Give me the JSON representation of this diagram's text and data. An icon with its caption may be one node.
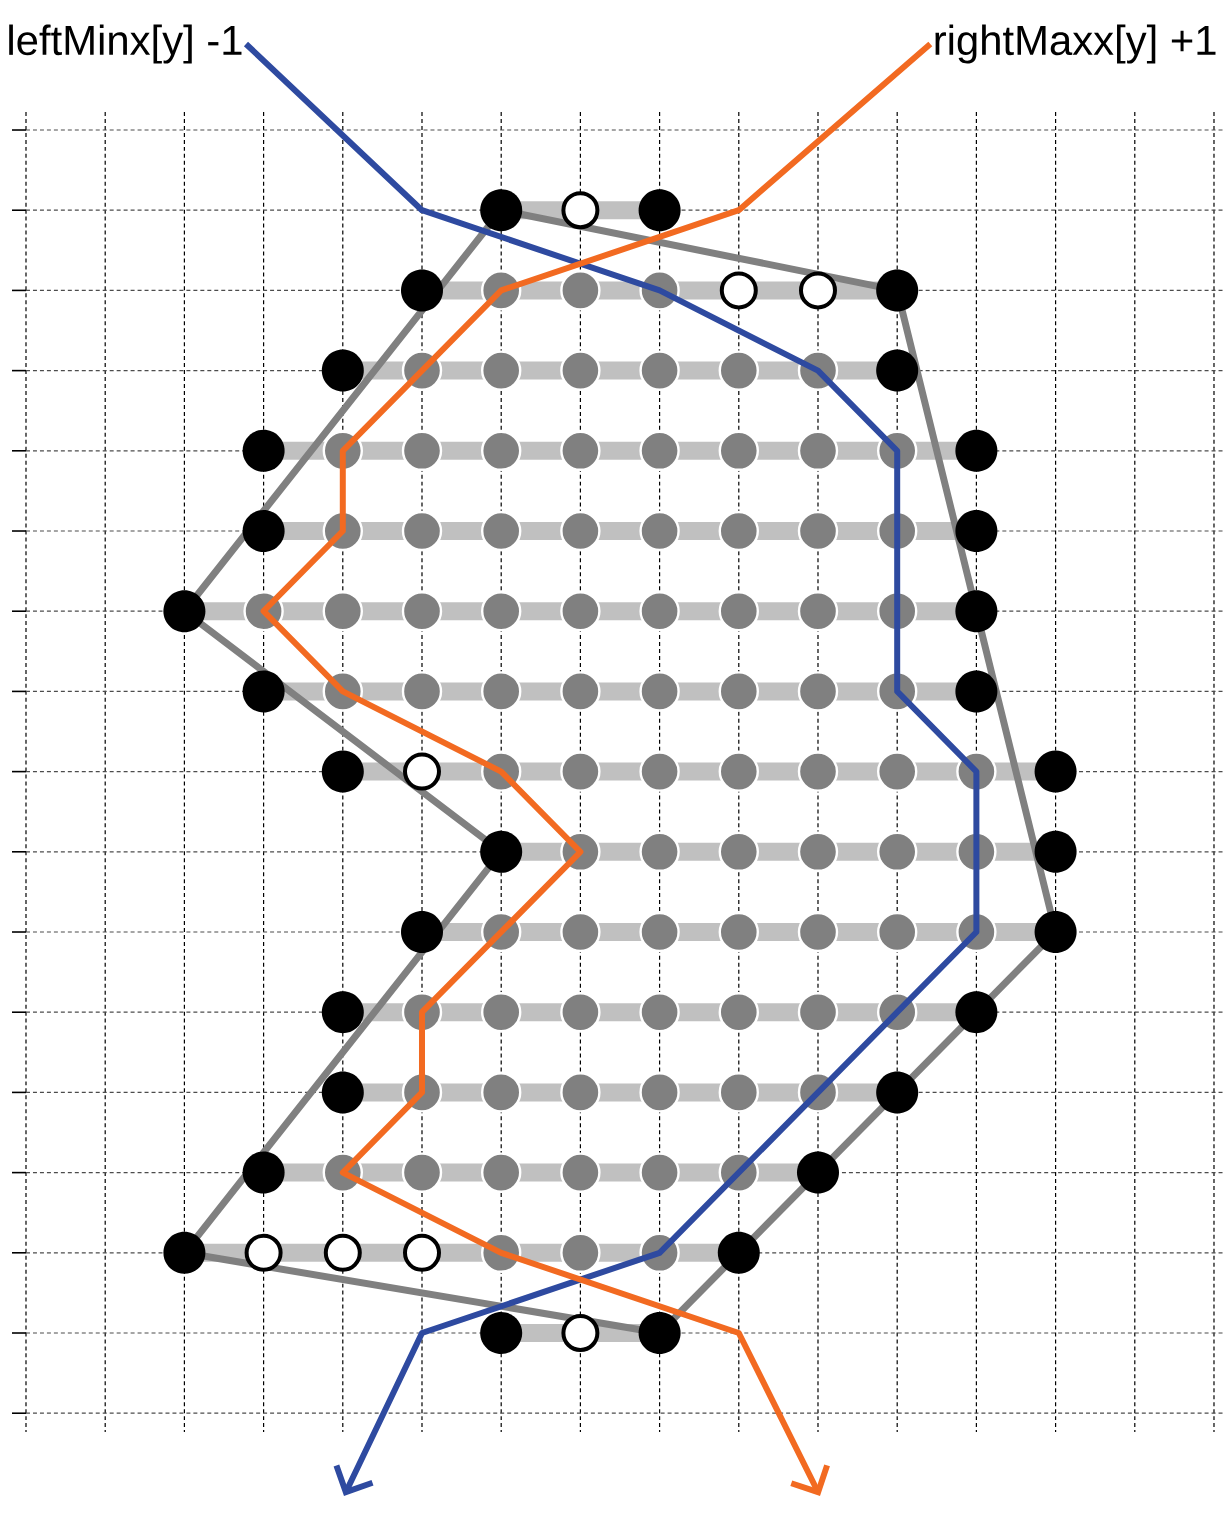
{
  "diagram": {
    "nodes": [
      {
        "text": [
          "leftMinx[y] -1"
        ]
      },
      {
        "text": [
          "rightMaxx[y] +1"
        ]
      }
    ],
    "edges": [
      {
        "from": 0,
        "to": null,
        "arrow": "to",
        "color": "#2e4aa0"
      },
      {
        "from": 1,
        "to": null,
        "arrow": "to",
        "color": "#f26a21"
      }
    ]
  }
}
